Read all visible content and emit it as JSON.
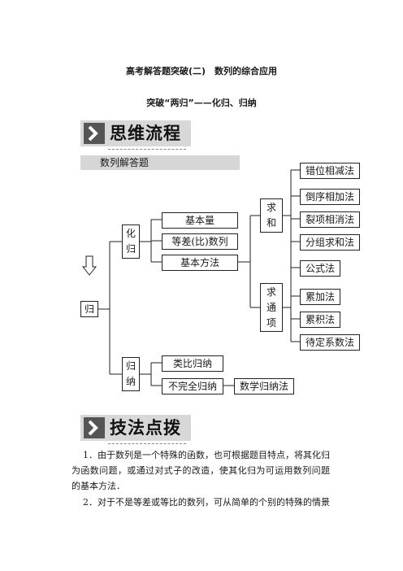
{
  "header": {
    "title": "高考解答题突破(二)　数列的综合应用",
    "subtitle": "突破“两归”——化归、归纳"
  },
  "section1": {
    "heading": "思维流程",
    "banner_label": "数列解答题"
  },
  "diagram": {
    "gui": "归",
    "huagui": [
      "化",
      "归"
    ],
    "guina": [
      "归",
      "纳"
    ],
    "huagui_items": [
      "基本量",
      "等差(比)数列",
      "基本方法"
    ],
    "qiuhe": [
      "求",
      "和"
    ],
    "tongxiang": [
      "求",
      "通",
      "项"
    ],
    "sum_methods": [
      "错位相减法",
      "倒序相加法",
      "裂项相消法",
      "分组求和法"
    ],
    "shared_method": "公式法",
    "term_methods": [
      "累加法",
      "累积法",
      "待定系数法"
    ],
    "guina_items": [
      "类比归纳",
      "不完全归纳"
    ],
    "math_induction": "数学归纳法"
  },
  "section2": {
    "heading": "技法点拨"
  },
  "paragraphs": [
    "1．由于数列是一个特殊的函数，也可根据题目特点，将其化归为函数问题，或通过对式子的改造，使其化归为可运用数列问题的基本方法．",
    "2．对于不是等差或等比的数列，可从简单的个别的特殊的情景"
  ]
}
